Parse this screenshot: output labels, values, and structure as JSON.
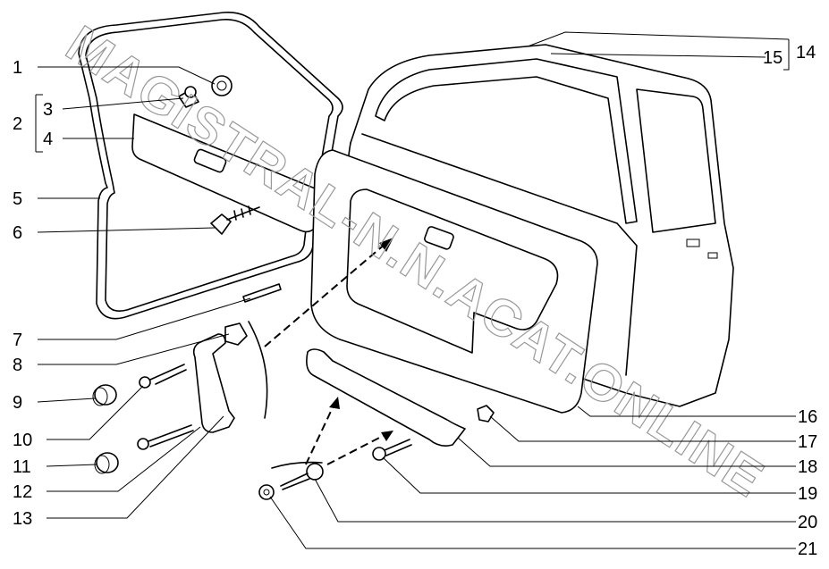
{
  "watermark": "MAGISTRAL-N.N.ACAT.ONLINE",
  "labels": [
    "1",
    "2",
    "3",
    "4",
    "5",
    "6",
    "7",
    "8",
    "9",
    "10",
    "11",
    "12",
    "13",
    "14",
    "15",
    "16",
    "17",
    "18",
    "19",
    "20",
    "21"
  ]
}
